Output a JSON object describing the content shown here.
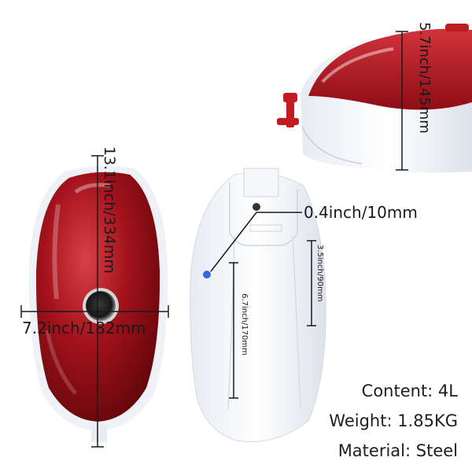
{
  "dimensions": {
    "length": "13.1inch/334mm",
    "width": "7.2inch/182mm",
    "height": "5.7inch/145mm",
    "hole": "0.4inch/10mm",
    "bracket": "3.5inch/90mm",
    "inner": "6.7inch/170mm"
  },
  "specs": {
    "content": "Content: 4L",
    "weight": "Weight: 1.85KG",
    "material": "Material: Steel"
  },
  "colors": {
    "tank_red": "#a3121b",
    "tank_white": "#f2f4f8",
    "dimension_line": "#1a1a1a"
  }
}
